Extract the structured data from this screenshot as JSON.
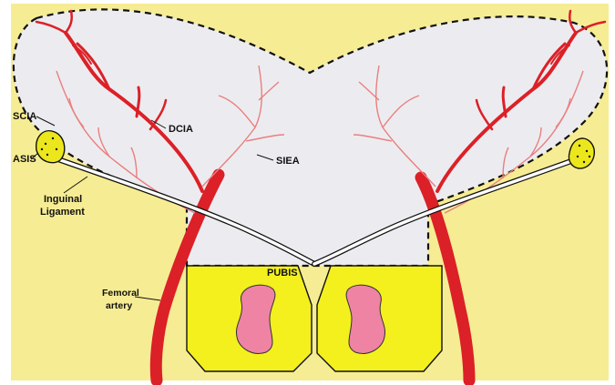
{
  "labels": {
    "scia": "SCIA",
    "dcia": "DCIA",
    "siea": "SIEA",
    "asis": "ASIS",
    "inguinal_line1": "Inguinal",
    "inguinal_line2": "Ligament",
    "pubis": "PUBIS",
    "femoral_line1": "Femoral",
    "femoral_line2": "artery"
  },
  "colors": {
    "background": "#f6ec93",
    "flap": "#ececf0",
    "artery": "#dc2027",
    "artery_thin": "#ea7f7f",
    "pubis": "#f3f01e",
    "pubis_inner": "#ee83a4",
    "asis": "#ece61c",
    "outline": "#111111"
  }
}
